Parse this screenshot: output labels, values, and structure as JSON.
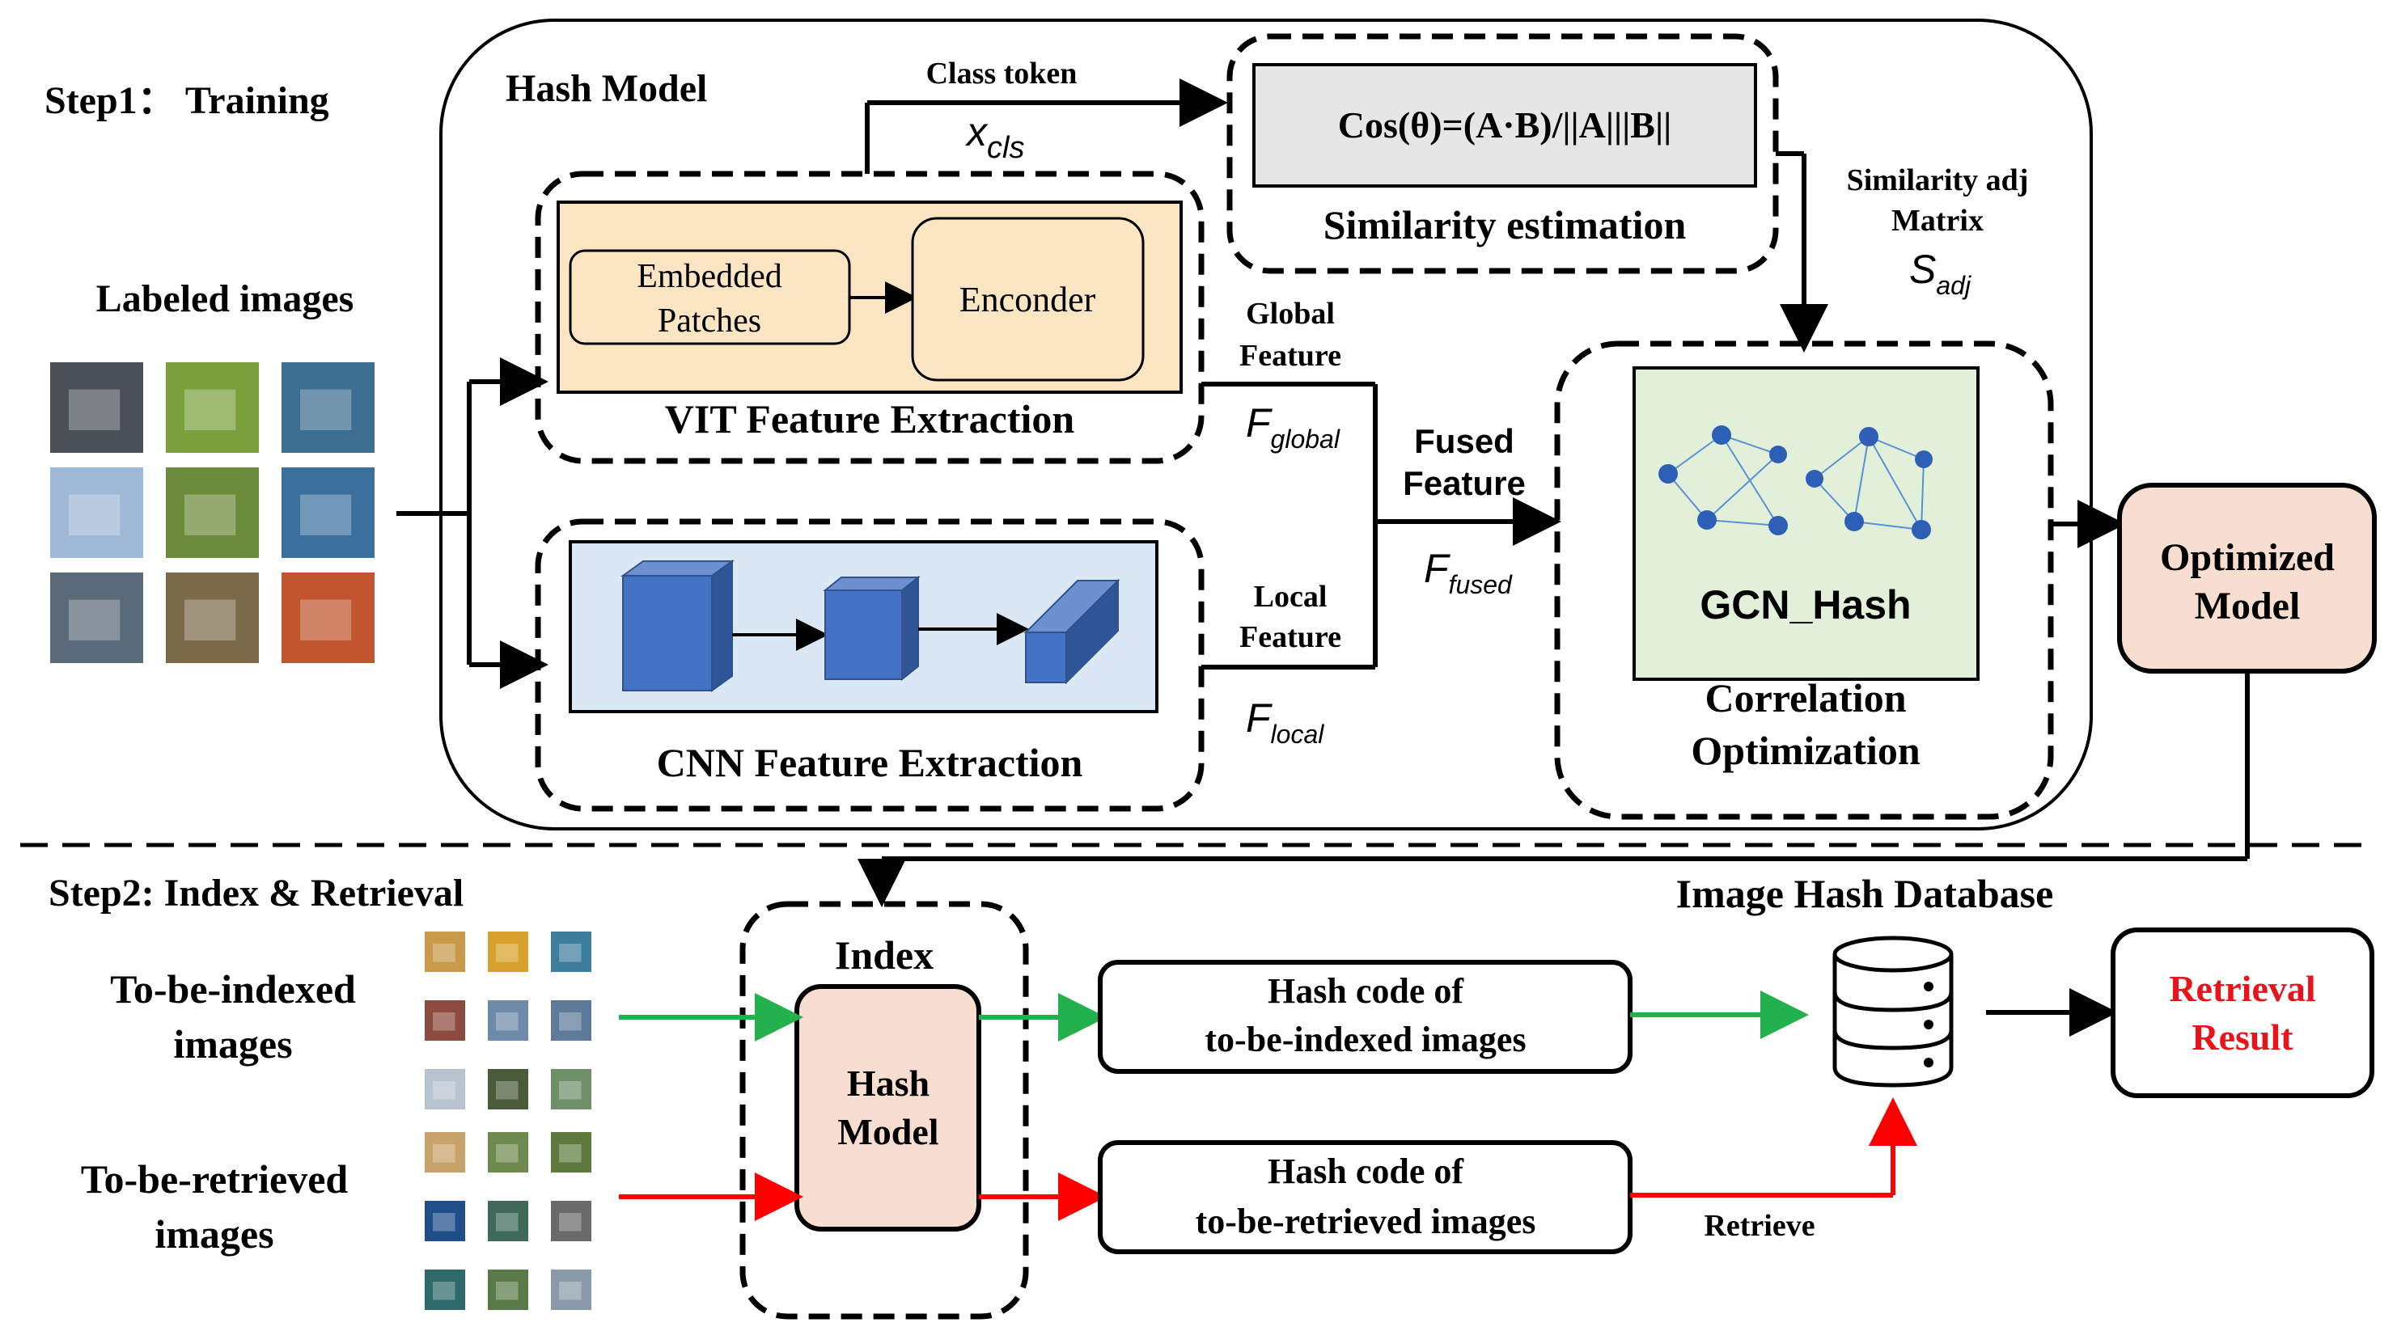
{
  "step1": {
    "title": "Step1： Training"
  },
  "step2": {
    "title": "Step2: Index & Retrieval"
  },
  "hash_model": {
    "title": "Hash Model"
  },
  "labeled_images": {
    "label": "Labeled images",
    "thumbnails": [
      "#4b4f56",
      "#7aa03c",
      "#3d6e91",
      "#9fb8d6",
      "#6b8a3a",
      "#3b6f9e",
      "#5a6a78",
      "#7b6a48",
      "#c0552f"
    ]
  },
  "class_token": {
    "label": "Class token",
    "symbol": "x",
    "subscript": "cls"
  },
  "similarity": {
    "formula": "Cos(θ)=(A·B)/||A|||B||",
    "label": "Similarity estimation",
    "adj_line1": "Similarity adj",
    "adj_line2": "Matrix",
    "adj_symbol": "S",
    "adj_subscript": "adj"
  },
  "vit": {
    "label": "VIT Feature Extraction",
    "patches_line1": "Embedded",
    "patches_line2": "Patches",
    "encoder": "Enconder"
  },
  "cnn": {
    "label": "CNN Feature Extraction"
  },
  "global_feature": {
    "line1": "Global",
    "line2": "Feature",
    "symbol": "F",
    "subscript": "global"
  },
  "local_feature": {
    "line1": "Local",
    "line2": "Feature",
    "symbol": "F",
    "subscript": "local"
  },
  "fused_feature": {
    "line1": "Fused",
    "line2": "Feature",
    "symbol": "F",
    "subscript": "fused"
  },
  "gcn": {
    "label": "GCN_Hash",
    "caption_line1": "Correlation",
    "caption_line2": "Optimization"
  },
  "optimized_model": {
    "line1": "Optimized",
    "line2": "Model"
  },
  "to_be_indexed": {
    "line1": "To-be-indexed",
    "line2": "images",
    "thumbnails": [
      "#c89a4a",
      "#d8a12c",
      "#3f7d9c",
      "#8d4a3e",
      "#6d8aa8",
      "#5e7a9a",
      "#b7c4cf",
      "#4a5b3a",
      "#6e8f6a"
    ]
  },
  "to_be_retrieved": {
    "line1": "To-be-retrieved",
    "line2": "images",
    "thumbnails": [
      "#c7a36a",
      "#6f8a4e",
      "#5d7a3c",
      "#1f4f8a",
      "#3f6a5a",
      "#6a6a6a",
      "#2f6a6a",
      "#5a7a4a",
      "#8a9aa8"
    ]
  },
  "index": {
    "title": "Index",
    "model_line1": "Hash",
    "model_line2": "Model"
  },
  "hash_indexed": {
    "line1": "Hash code of",
    "line2": "to-be-indexed images"
  },
  "hash_retrieved": {
    "line1": "Hash code of",
    "line2": "to-be-retrieved images"
  },
  "database": {
    "title": "Image Hash Database"
  },
  "retrieve": {
    "label": "Retrieve"
  },
  "retrieval_result": {
    "line1": "Retrieval",
    "line2": "Result"
  },
  "colors": {
    "yellow_fill": "#fbe5c3",
    "peach_fill": "#f8ddd1",
    "grey_fill": "#e6e6e6",
    "blue_panel": "#dae8f6",
    "cube_blue": "#4472c4",
    "green_panel": "#e2f0d9",
    "green_arrow": "#22b14c",
    "red_arrow": "#ff0000",
    "result_red": "#e8141c"
  }
}
